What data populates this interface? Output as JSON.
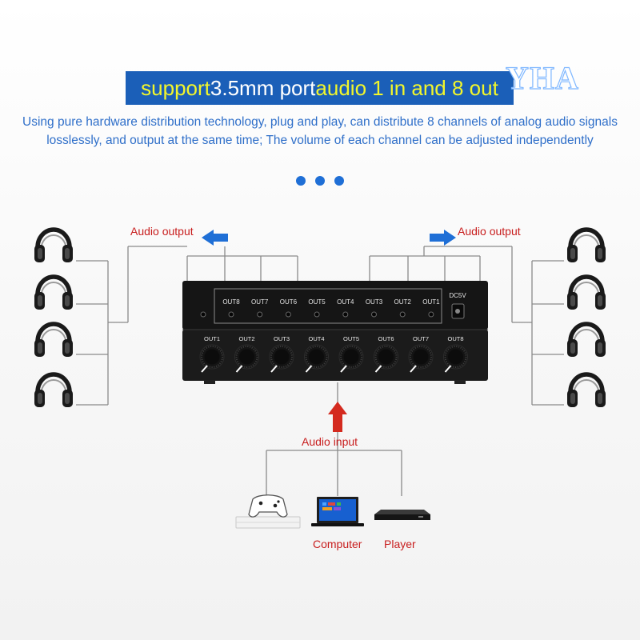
{
  "banner": {
    "part1": "support ",
    "part2": "3.5mm port ",
    "part3": "audio 1 in and 8 out"
  },
  "brand": "YHA",
  "description": "Using pure hardware distribution technology, plug and play, can distribute 8 channels of analog audio signals losslessly, and output at the same time; The volume of each channel can be adjusted independently",
  "labels": {
    "audio_output_left": "Audio output",
    "audio_output_right": "Audio output",
    "audio_input": "Audio input",
    "computer": "Computer",
    "player": "Player"
  },
  "device": {
    "rear_ports": [
      "OUT8",
      "OUT7",
      "OUT6",
      "OUT5",
      "OUT4",
      "OUT3",
      "OUT2",
      "OUT1"
    ],
    "power_label": "DC5V",
    "front_knobs": [
      "OUT1",
      "OUT2",
      "OUT3",
      "OUT4",
      "OUT5",
      "OUT6",
      "OUT7",
      "OUT8"
    ]
  },
  "colors": {
    "banner_bg": "#1b5fb8",
    "banner_highlight": "#f2f62b",
    "description_text": "#2f6fc9",
    "label_red": "#c81e1e",
    "arrow_blue": "#1f6fd6",
    "arrow_red": "#d42a1f"
  }
}
